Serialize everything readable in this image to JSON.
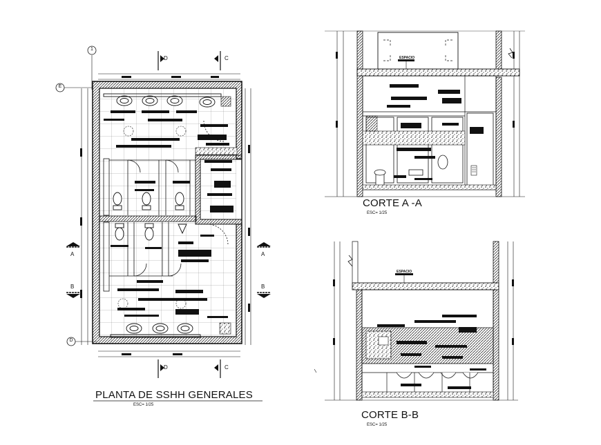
{
  "plan": {
    "title": "PLANTA DE SSHH GENERALES",
    "scale": "ESC= 1/25",
    "grid": {
      "col_top": "1",
      "row_top": "E",
      "row_bottom": "D"
    },
    "section_marks": {
      "left": "D",
      "right": "C",
      "a": "A",
      "b": "B"
    }
  },
  "section_aa": {
    "title": "CORTE A -A",
    "scale": "ESC= 1/25",
    "note": "ESPACIO"
  },
  "section_bb": {
    "title": "CORTE B-B",
    "scale": "ESC= 1/25",
    "note": "ESPACIO"
  },
  "colors": {
    "line": "#111111",
    "hatch": "#333333",
    "paper": "#ffffff"
  }
}
